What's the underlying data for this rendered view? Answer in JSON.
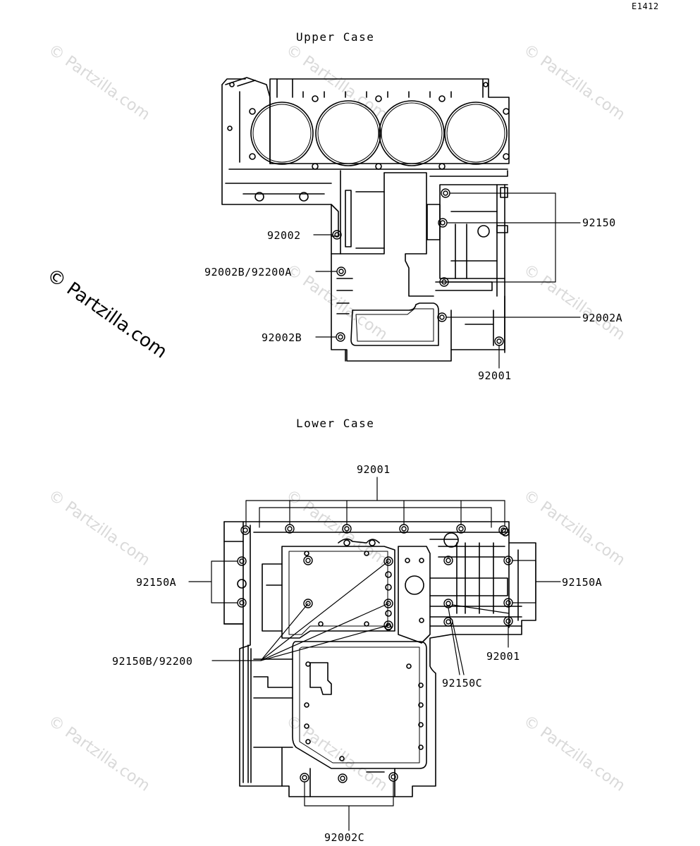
{
  "diagram_code": "E1412",
  "watermark": "© Partzilla.com",
  "sections": {
    "upper": {
      "title": "Upper Case"
    },
    "lower": {
      "title": "Lower Case"
    }
  },
  "upper_labels": {
    "p92002": "92002",
    "p92002b_92200a": "92002B/92200A",
    "p92002b": "92002B",
    "p92150": "92150",
    "p92002a": "92002A",
    "p92001": "92001"
  },
  "lower_labels": {
    "p92001_top": "92001",
    "p92150a_left": "92150A",
    "p92150a_right": "92150A",
    "p92150b_92200": "92150B/92200",
    "p92001_right": "92001",
    "p92150c": "92150C",
    "p92002c": "92002C"
  }
}
